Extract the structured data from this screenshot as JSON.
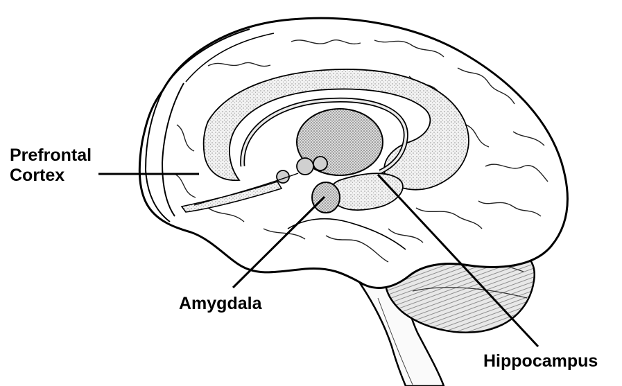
{
  "labels": {
    "prefrontal_line1": "Prefrontal",
    "prefrontal_line2": "Cortex",
    "amygdala": "Amygdala",
    "hippocampus": "Hippocampus"
  },
  "colors": {
    "ink": "#000000",
    "shading": "#d6d6d6",
    "background": "#ffffff"
  }
}
